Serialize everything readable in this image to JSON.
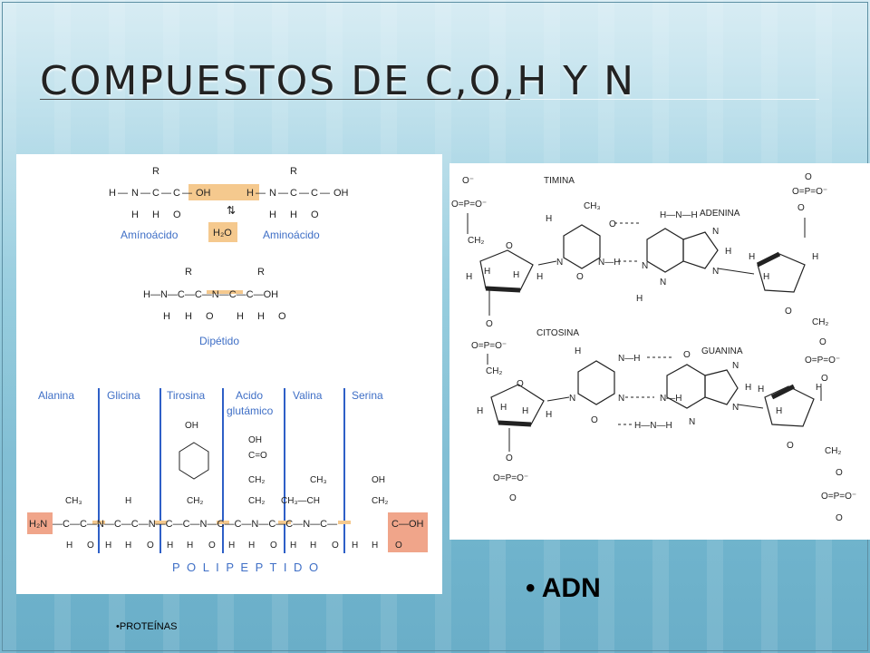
{
  "slide": {
    "title": "COMPUESTOS DE C,O,H Y N",
    "caption_adn": "ADN",
    "caption_proteinas": "PROTEÍNAS"
  },
  "peptide_figure": {
    "amino_left": {
      "r": "R",
      "h": "H",
      "n": "N",
      "c": "C",
      "o": "O",
      "oh": "OH"
    },
    "aminoacido_left": "Amínoácido",
    "aminoacido_right": "Aminoácido",
    "water": "H₂O",
    "dipeptido": "Dipétido",
    "residues": [
      "Alanina",
      "Glicina",
      "Tirosina",
      "Acido\nglutámico",
      "Valina",
      "Serina"
    ],
    "polipeptido": "P O L I P E P T I D O",
    "ends": {
      "left": "H₂N",
      "right": "C—OH"
    }
  },
  "dna_figure": {
    "timina": "TIMINA",
    "adenina": "ADENINA",
    "citosina": "CITOSINA",
    "guanina": "GUANINA",
    "labels": {
      "ch3": "CH₃",
      "ch2": "CH₂",
      "p": "O=P=O⁻",
      "h": "H",
      "n": "N",
      "o": "O"
    }
  },
  "colors": {
    "accent_highlight": "#f5c98e",
    "end_highlight": "#f0a58a",
    "blue_text": "#3f6fc6",
    "divider_blue": "#2e5fc7"
  }
}
